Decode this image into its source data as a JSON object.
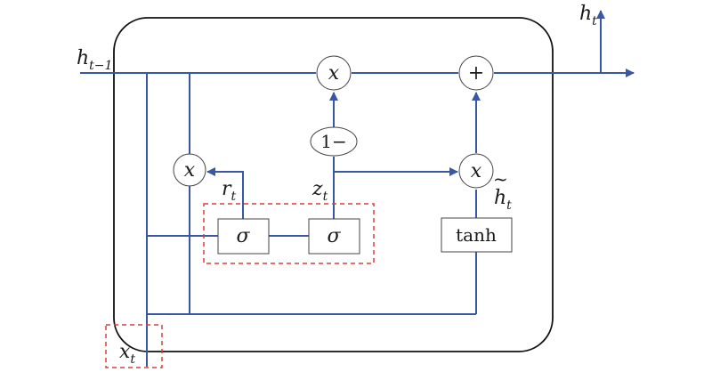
{
  "labels": {
    "h_prev_main": "h",
    "h_prev_sub": "t−1",
    "h_out_main": "h",
    "h_out_sub": "t",
    "x_in_main": "x",
    "x_in_sub": "t",
    "r_main": "r",
    "r_sub": "t",
    "z_main": "z",
    "z_sub": "t",
    "h_tilde_main": "h",
    "h_tilde_sub": "t",
    "h_tilde_accent": "~"
  },
  "ops": {
    "multiply_top": "x",
    "add_top": "+",
    "one_minus": "1−",
    "multiply_left": "x",
    "multiply_right": "x"
  },
  "gates": {
    "reset_sigma": "σ",
    "update_sigma": "σ",
    "tanh": "tanh"
  },
  "colors": {
    "wire": "#3a57a6",
    "dashed_box": "#d6403a",
    "outline": "#444444"
  }
}
